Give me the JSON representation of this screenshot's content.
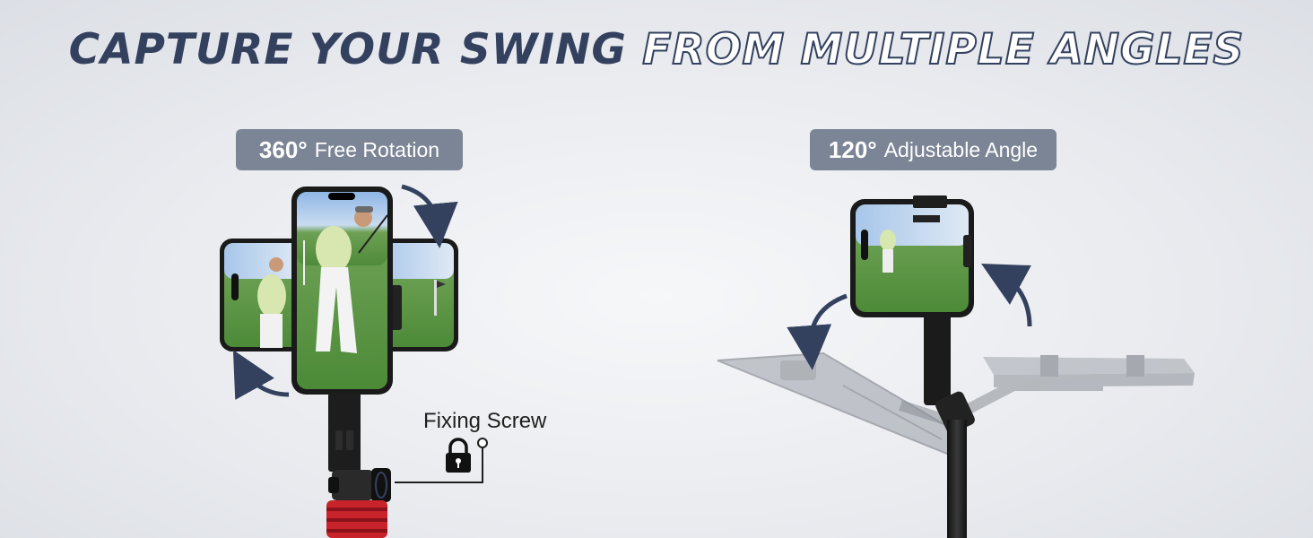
{
  "headline": {
    "solid": "CAPTURE YOUR SWING",
    "outline": "FROM MULTIPLE ANGLES"
  },
  "features": [
    {
      "value": "360°",
      "label": "Free Rotation"
    },
    {
      "value": "120°",
      "label": "Adjustable Angle"
    }
  ],
  "callout": {
    "label": "Fixing Screw"
  },
  "colors": {
    "navy": "#33415f",
    "pill": "#7b8595",
    "accent_red": "#c8222b"
  }
}
